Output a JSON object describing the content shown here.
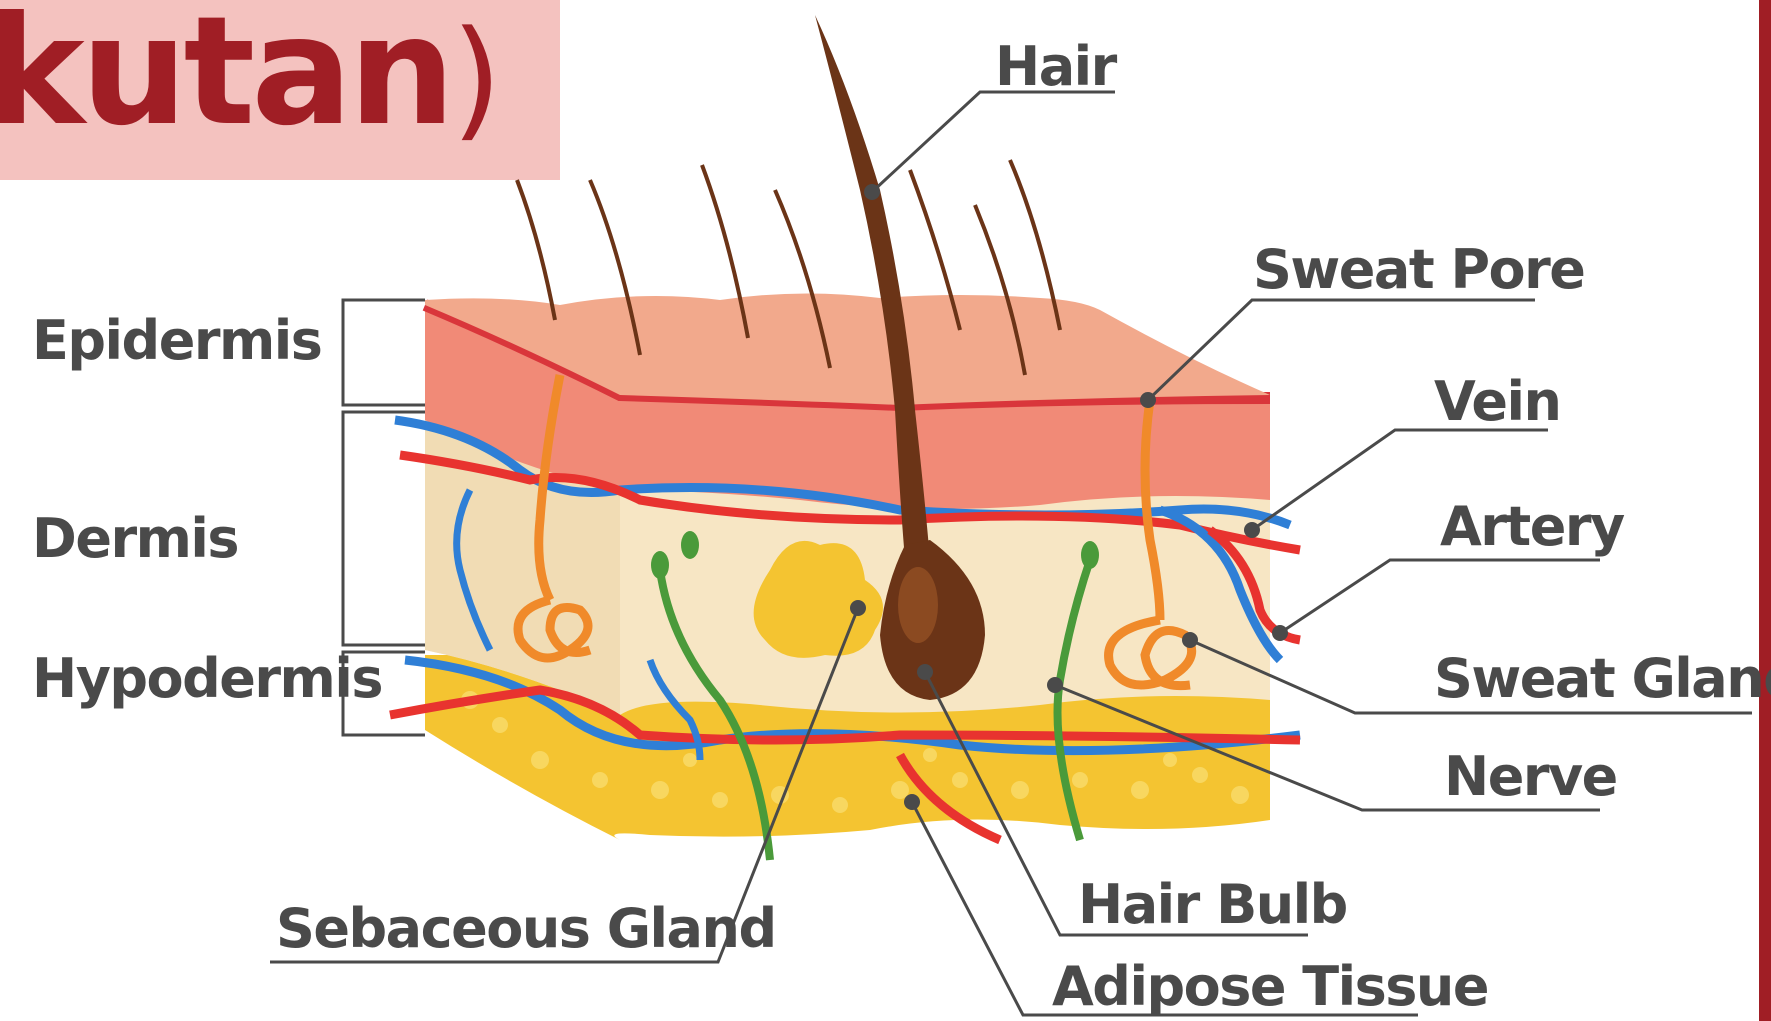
{
  "title": {
    "text": "bkutan",
    "paren": ")"
  },
  "layers": {
    "epidermis": "Epidermis",
    "dermis": "Dermis",
    "hypodermis": "Hypodermis"
  },
  "callouts": {
    "hair": "Hair",
    "sweat_pore": "Sweat Pore",
    "vein": "Vein",
    "artery": "Artery",
    "sweat_gland": "Sweat Gland",
    "nerve": "Nerve",
    "hair_bulb": "Hair Bulb",
    "adipose_tissue": "Adipose Tissue",
    "sebaceous_gland": "Sebaceous Gland"
  },
  "colors": {
    "title_bg": "#f4c2bf",
    "title_text": "#a01e25",
    "label_text": "#4a4a4a",
    "epidermis_top": "#f2a98c",
    "epidermis_layer": "#f18a77",
    "dermis": "#f7e6c4",
    "hypodermis_fat": "#f4c431",
    "artery": "#e8332f",
    "vein": "#2f7fd6",
    "nerve": "#4a9a3a",
    "sweat_gland": "#f08a2a",
    "hair": "#6b3417"
  }
}
